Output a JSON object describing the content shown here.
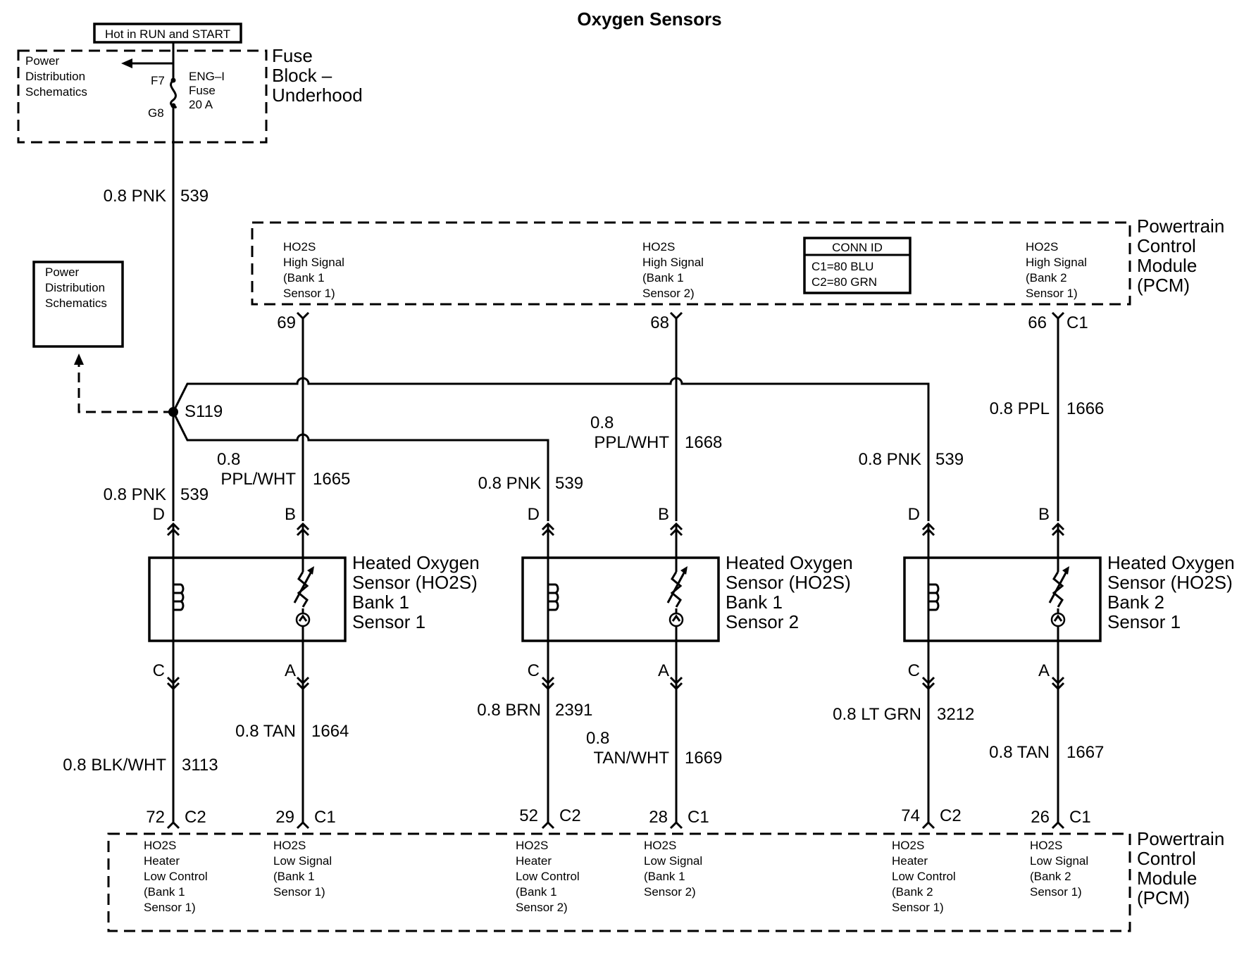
{
  "title": "Oxygen Sensors",
  "hot_label": "Hot in RUN and START",
  "fuse_block": {
    "label": [
      "Fuse",
      "Block –",
      "Underhood"
    ],
    "power_dist": [
      "Power",
      "Distribution",
      "Schematics"
    ],
    "fuse_name": [
      "ENG–I",
      "Fuse",
      "20 A"
    ],
    "pin_in": "F7",
    "pin_out": "G8"
  },
  "power_dist_box": [
    "Power",
    "Distribution",
    "Schematics"
  ],
  "splice": "S119",
  "pcm_top": {
    "label": [
      "Powertrain",
      "Control",
      "Module",
      "(PCM)"
    ],
    "pins": [
      {
        "name": [
          "HO2S",
          "High Signal",
          "(Bank 1",
          "Sensor 1)"
        ],
        "pin": "69"
      },
      {
        "name": [
          "HO2S",
          "High Signal",
          "(Bank 1",
          "Sensor 2)"
        ],
        "pin": "68"
      },
      {
        "name": [
          "HO2S",
          "High Signal",
          "(Bank 2",
          "Sensor 1)"
        ],
        "pin": "66",
        "conn": "C1"
      }
    ],
    "conn_id": [
      "CONN ID",
      "C1=80 BLU",
      "C2=80 GRN"
    ]
  },
  "pcm_bottom": {
    "label": [
      "Powertrain",
      "Control",
      "Module",
      "(PCM)"
    ],
    "pins": [
      {
        "pin": "72",
        "conn": "C2",
        "name": [
          "HO2S",
          "Heater",
          "Low Control",
          "(Bank 1",
          "Sensor 1)"
        ]
      },
      {
        "pin": "29",
        "conn": "C1",
        "name": [
          "HO2S",
          "Low Signal",
          "(Bank 1",
          "Sensor 1)"
        ]
      },
      {
        "pin": "52",
        "conn": "C2",
        "name": [
          "HO2S",
          "Heater",
          "Low Control",
          "(Bank 1",
          "Sensor 2)"
        ]
      },
      {
        "pin": "28",
        "conn": "C1",
        "name": [
          "HO2S",
          "Low Signal",
          "(Bank 1",
          "Sensor 2)"
        ]
      },
      {
        "pin": "74",
        "conn": "C2",
        "name": [
          "HO2S",
          "Heater",
          "Low Control",
          "(Bank 2",
          "Sensor 1)"
        ]
      },
      {
        "pin": "26",
        "conn": "C1",
        "name": [
          "HO2S",
          "Low Signal",
          "(Bank 2",
          "Sensor 1)"
        ]
      }
    ]
  },
  "sensors": [
    {
      "name": [
        "Heated Oxygen",
        "Sensor (HO2S)",
        "Bank 1",
        "Sensor 1"
      ],
      "pins": [
        "D",
        "B",
        "C",
        "A"
      ]
    },
    {
      "name": [
        "Heated Oxygen",
        "Sensor (HO2S)",
        "Bank 1",
        "Sensor 2"
      ],
      "pins": [
        "D",
        "B",
        "C",
        "A"
      ]
    },
    {
      "name": [
        "Heated Oxygen",
        "Sensor (HO2S)",
        "Bank 2",
        "Sensor 1"
      ],
      "pins": [
        "D",
        "B",
        "C",
        "A"
      ]
    }
  ],
  "wires": {
    "feed": {
      "size": "0.8 PNK",
      "circuit": "539"
    },
    "s1_heater_in": {
      "size": "0.8 PNK",
      "circuit": "539"
    },
    "s1_signal_hi": {
      "size": [
        "0.8",
        "PPL/WHT"
      ],
      "circuit": "1665"
    },
    "s2_heater_in": {
      "size": "0.8 PNK",
      "circuit": "539"
    },
    "s2_signal_hi": {
      "size": [
        "0.8",
        "PPL/WHT"
      ],
      "circuit": "1668"
    },
    "s3_heater_in": {
      "size": "0.8 PNK",
      "circuit": "539"
    },
    "s3_signal_hi": {
      "size": "0.8 PPL",
      "circuit": "1666"
    },
    "s1_heater_low": {
      "size": "0.8 BLK/WHT",
      "circuit": "3113"
    },
    "s1_signal_low": {
      "size": "0.8 TAN",
      "circuit": "1664"
    },
    "s2_heater_low": {
      "size": "0.8 BRN",
      "circuit": "2391"
    },
    "s2_signal_low": {
      "size": [
        "0.8",
        "TAN/WHT"
      ],
      "circuit": "1669"
    },
    "s3_heater_low": {
      "size": "0.8 LT GRN",
      "circuit": "3212"
    },
    "s3_signal_low": {
      "size": "0.8 TAN",
      "circuit": "1667"
    }
  }
}
